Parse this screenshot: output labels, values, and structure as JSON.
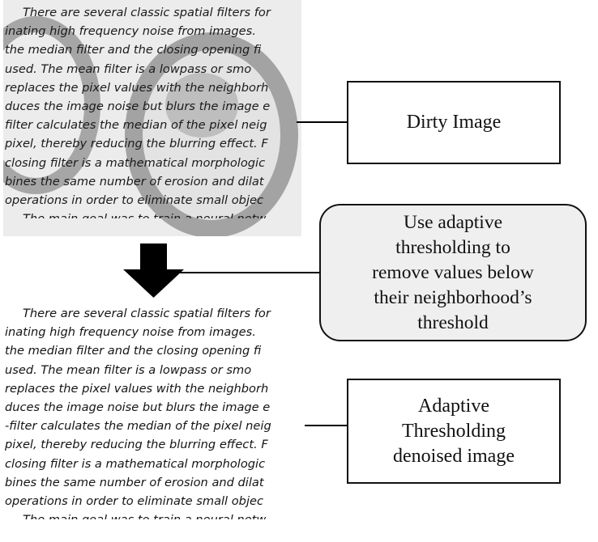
{
  "dirty_image": {
    "lines": [
      "There are several classic spatial filters for",
      "inating high frequency noise from images.",
      "the median filter and the closing opening fi",
      "used.  The mean filter is a lowpass or smo",
      "replaces the pixel values with the neighborh",
      "duces the image noise but blurs the image e",
      "filter calculates the median of the pixel neig",
      "pixel, thereby reducing the blurring effect. F",
      "closing filter is a mathematical morphologic",
      "bines the same number of erosion and dilat",
      "operations in order to eliminate small objec",
      "The main goal was to train a neural netw"
    ]
  },
  "clean_image": {
    "lines": [
      "There are several classic spatial filters for",
      "inating high frequency noise from images.",
      "the median filter and the closing opening fi",
      "used.  The mean filter is a lowpass or smo",
      "replaces the pixel values with the neighborh",
      "duces the image noise but blurs the image e",
      "-filter calculates the median of the pixel neig",
      "pixel, thereby reducing the blurring effect. F",
      "closing filter is a mathematical morphologic",
      "bines the same number of erosion and dilat",
      "operations in order to eliminate small objec",
      "The main goal was to train a neural netw"
    ]
  },
  "labels": {
    "dirty": "Dirty Image",
    "method": [
      "Use adaptive",
      "thresholding to",
      "remove values below",
      "their neighborhood’s",
      "threshold"
    ],
    "result": [
      "Adaptive",
      "Thresholding",
      "denoised image"
    ]
  }
}
